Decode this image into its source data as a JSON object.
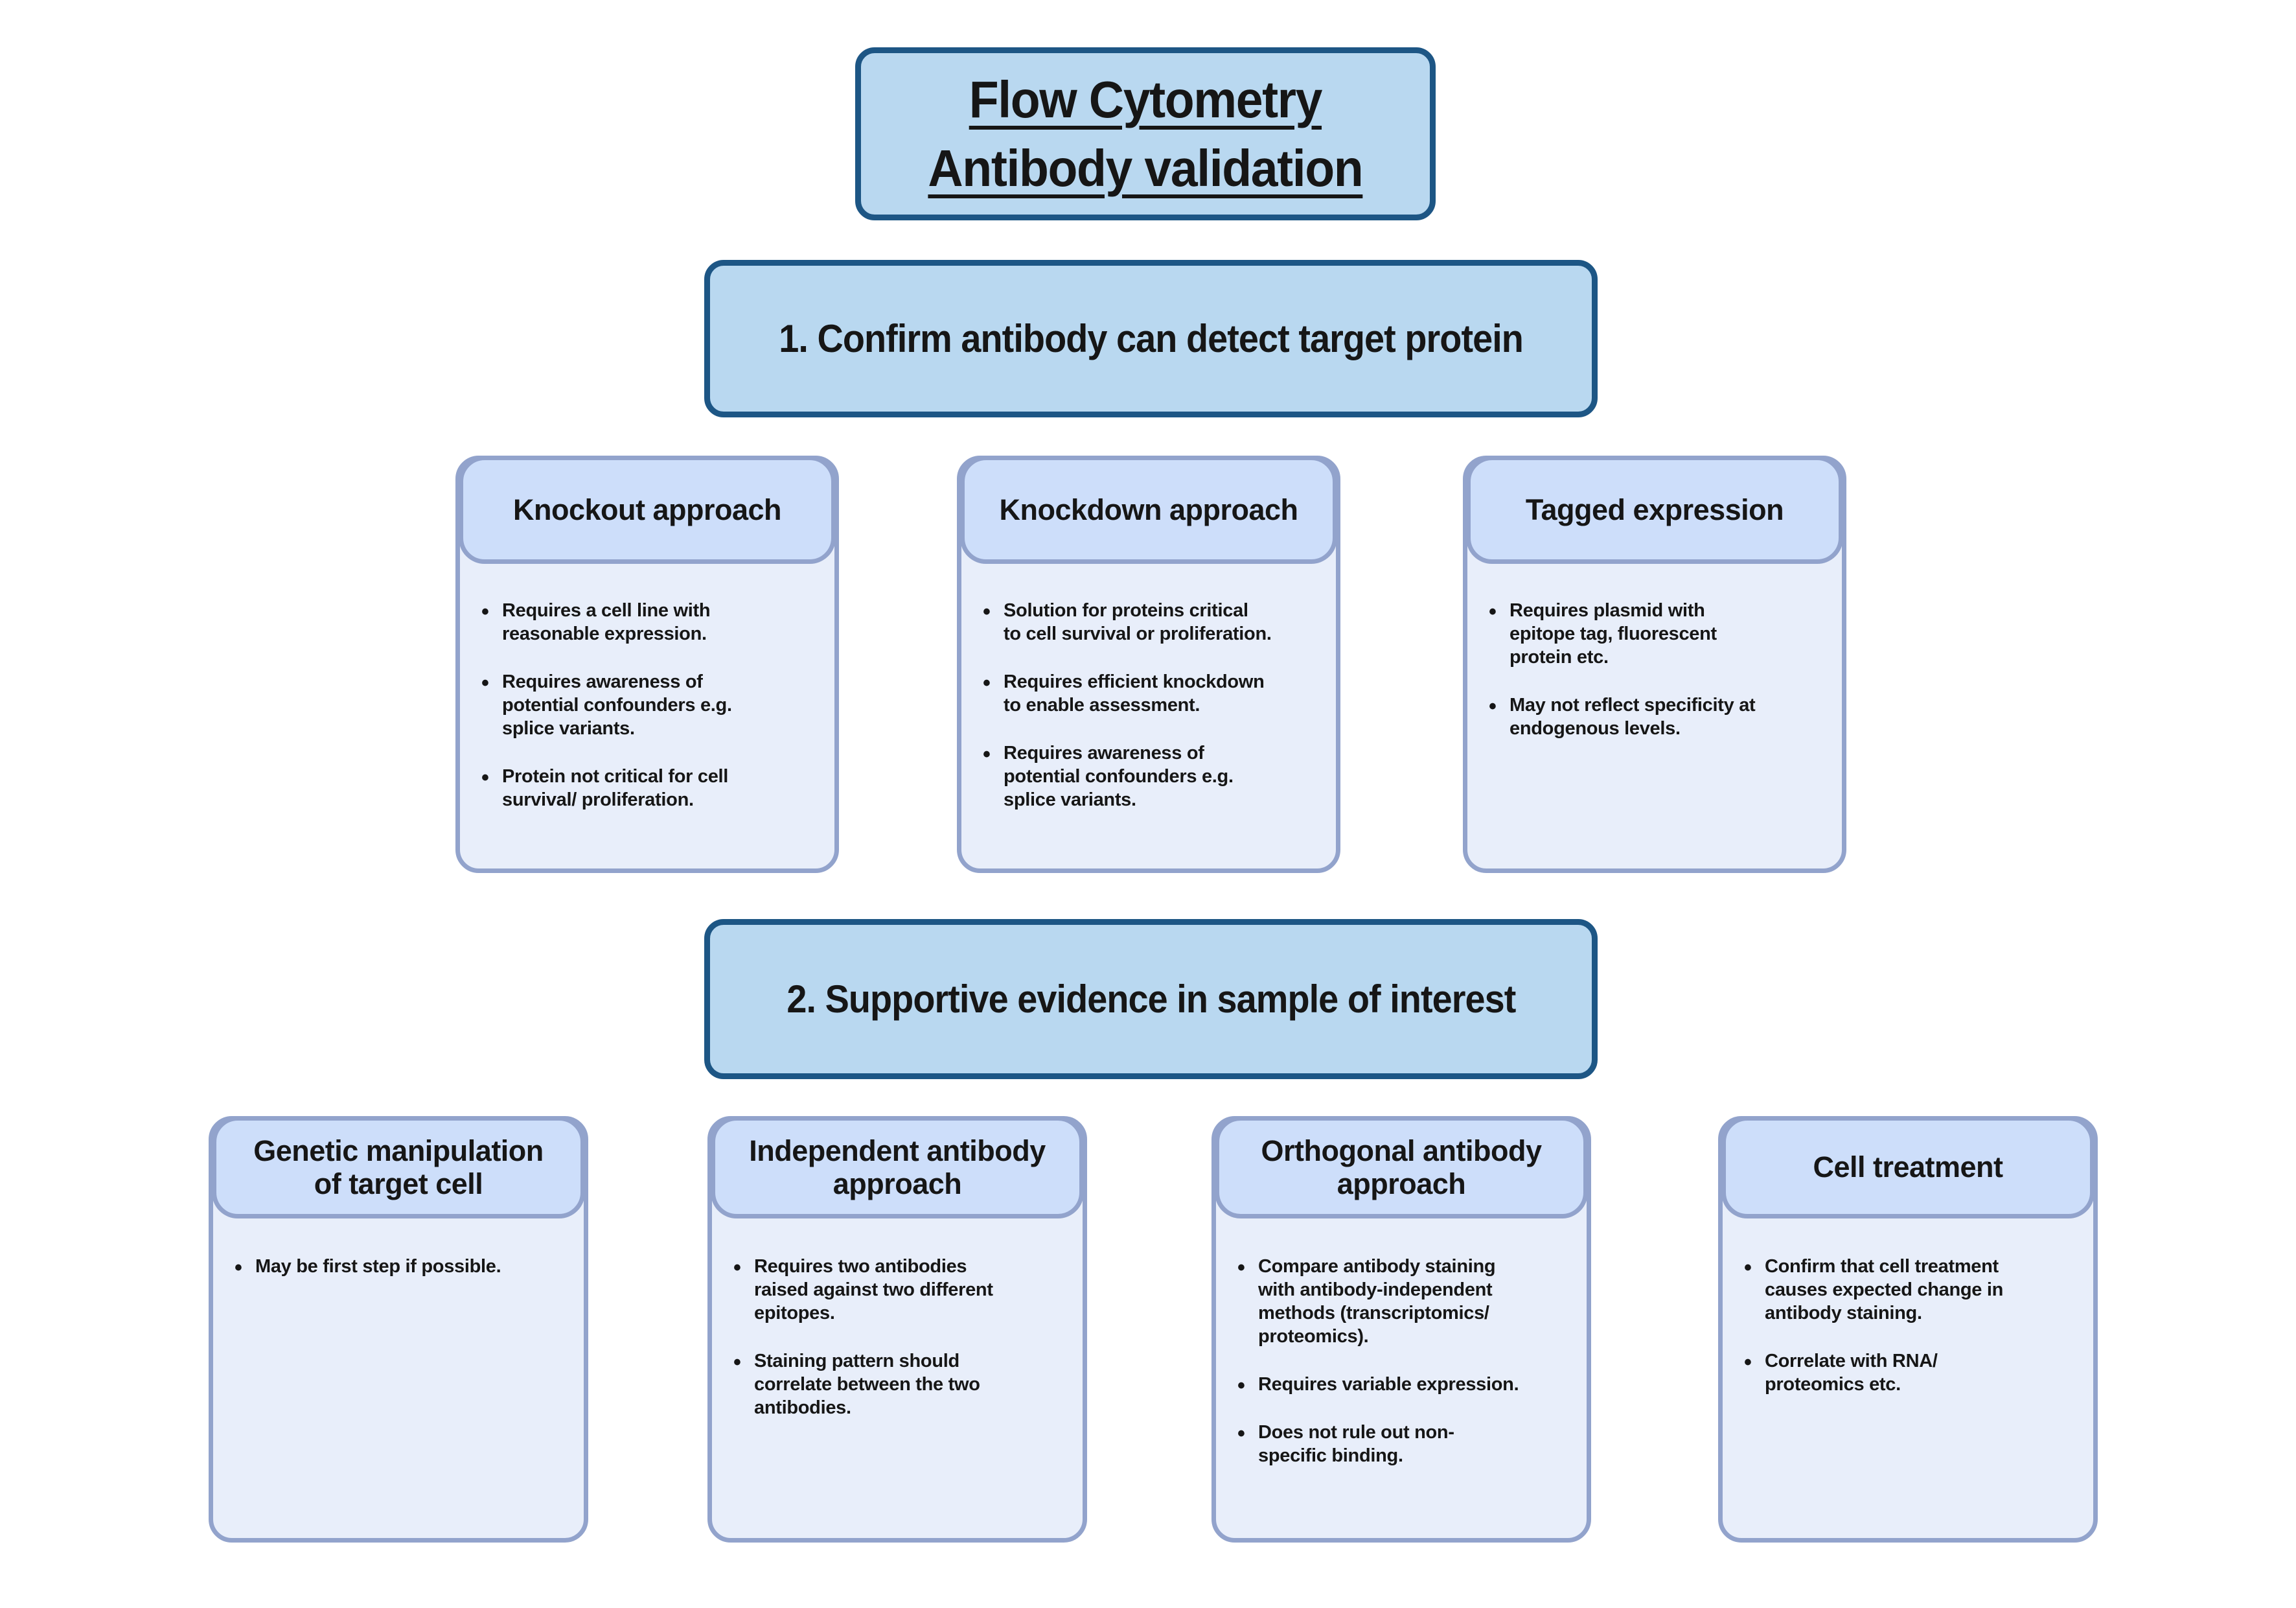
{
  "title": {
    "lines": [
      "Flow Cytometry",
      "Antibody validation"
    ]
  },
  "sections": [
    {
      "label": "1. Confirm antibody can detect target protein"
    },
    {
      "label": "2. Supportive evidence in sample of interest"
    }
  ],
  "cards": [
    {
      "header": "Knockout approach",
      "bullets": [
        "Requires a cell line with\nreasonable expression.",
        "Requires awareness of\npotential confounders e.g.\nsplice variants.",
        "Protein not critical for cell\nsurvival/ proliferation."
      ]
    },
    {
      "header": "Knockdown approach",
      "bullets": [
        "Solution for proteins critical\nto cell survival or proliferation.",
        "Requires efficient knockdown\nto enable assessment.",
        "Requires awareness of\npotential confounders e.g.\nsplice variants."
      ]
    },
    {
      "header": "Tagged expression",
      "bullets": [
        "Requires plasmid with\nepitope tag, fluorescent\nprotein etc.",
        "May not reflect specificity at\nendogenous levels."
      ]
    },
    {
      "header": "Genetic manipulation\nof target cell",
      "bullets": [
        "May be first step if possible."
      ]
    },
    {
      "header": "Independent antibody\napproach",
      "bullets": [
        "Requires two antibodies\nraised against two different\nepitopes.",
        "Staining pattern should\ncorrelate between the two\nantibodies."
      ]
    },
    {
      "header": "Orthogonal antibody\napproach",
      "bullets": [
        "Compare antibody staining\nwith antibody-independent\nmethods (transcriptomics/\nproteomics).",
        "Requires variable expression.",
        "Does not rule out non-\nspecific binding."
      ]
    },
    {
      "header": "Cell treatment",
      "bullets": [
        "Confirm that cell treatment\ncauses expected change in\nantibody staining.",
        "Correlate with RNA/\nproteomics etc."
      ]
    }
  ],
  "colors": {
    "banner_fill": "#b9d8f0",
    "banner_border": "#1d5685",
    "card_header_fill": "#cddefa",
    "card_body_fill": "#e8eefa",
    "card_border": "#92a3cc",
    "text": "#161616",
    "background": "#ffffff"
  }
}
